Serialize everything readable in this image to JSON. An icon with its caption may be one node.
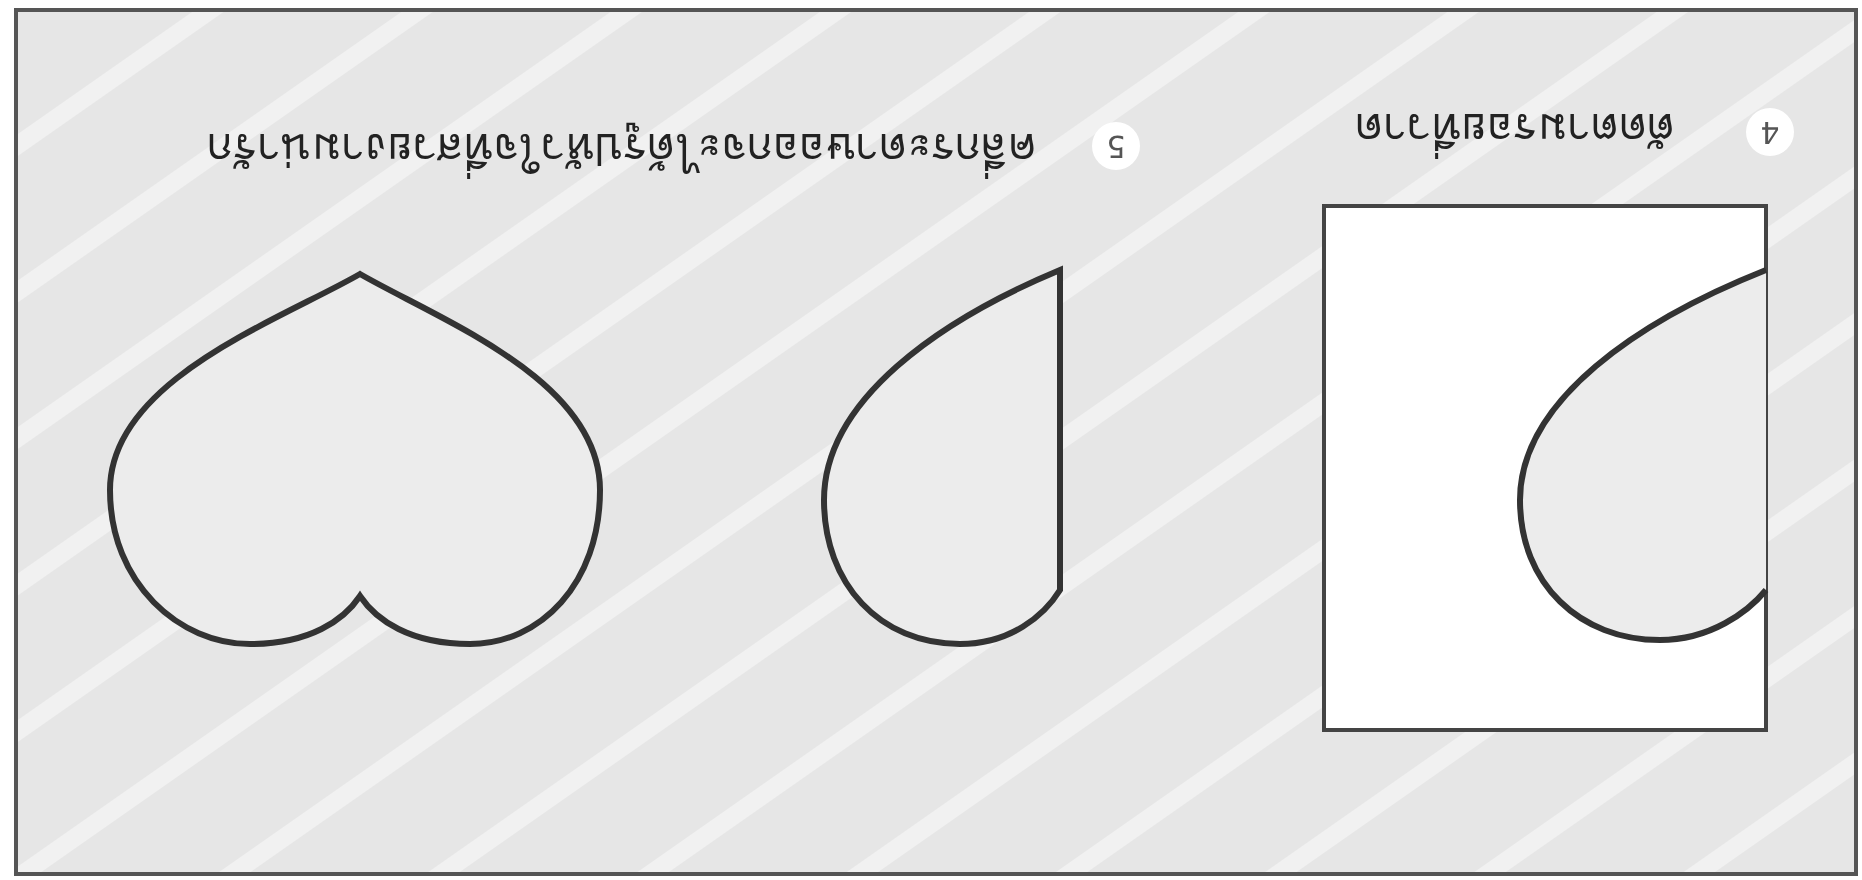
{
  "diagram": {
    "labels": [
      "4",
      "ตัดตามรอยที่วาด",
      "5",
      "คลี่กระดาษออกจะได้รูปหัวใจที่สวยงามน่ารัก"
    ]
  }
}
